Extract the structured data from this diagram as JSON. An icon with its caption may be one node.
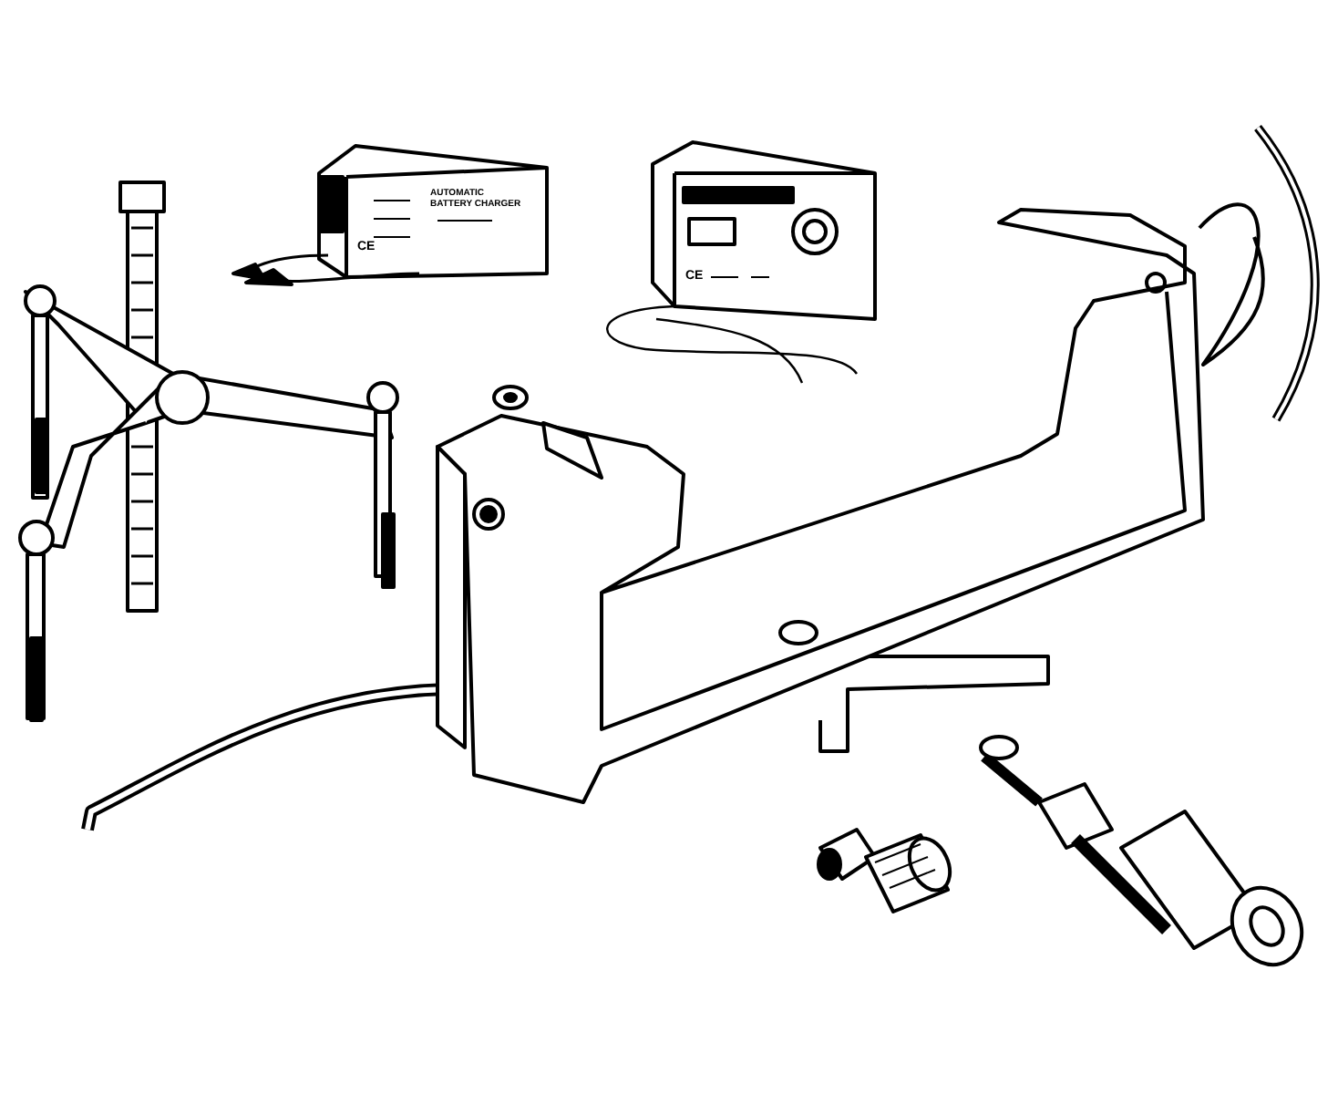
{
  "diagram": {
    "labels": [
      "CE",
      "AUTOMATIC BATTERY CHARGER",
      "CE"
    ]
  }
}
